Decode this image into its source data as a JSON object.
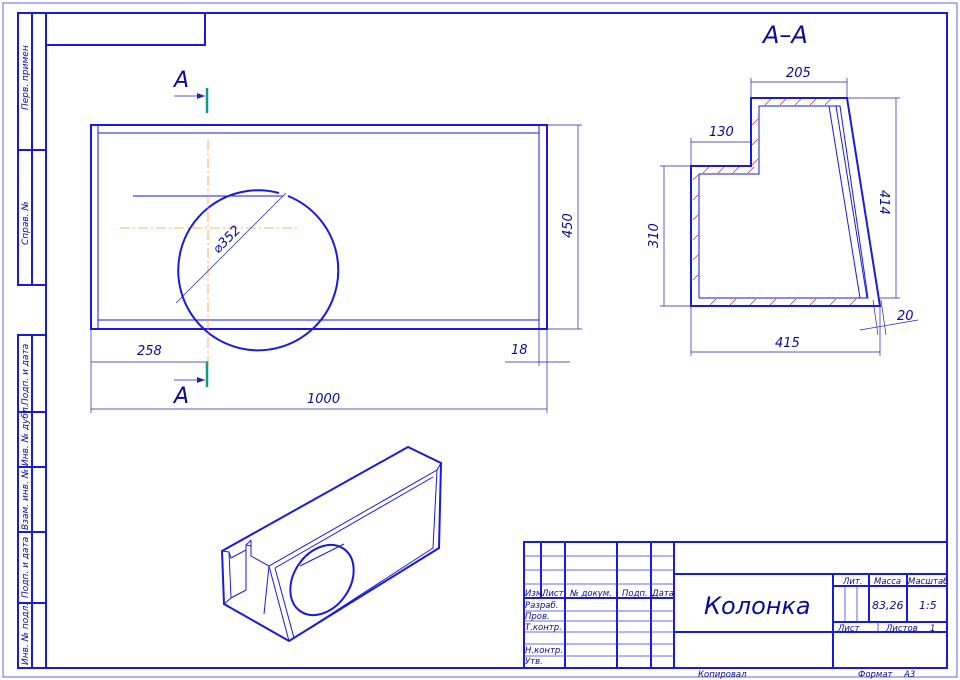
{
  "section_label": "А–А",
  "cut_marks": {
    "top": "А",
    "bottom": "А"
  },
  "front_view_dims": {
    "diameter": "⌀352",
    "height": "450",
    "offset": "258",
    "wall": "18",
    "length": "1000"
  },
  "section_dims": {
    "top": "205",
    "step": "130",
    "left_height": "310",
    "right_height": "414",
    "bottom": "415",
    "angle_side": "20"
  },
  "left_strip": {
    "perv_primen": "Перв. примен",
    "sprav": "Справ. №",
    "podp_data_1": "Подп. и дата",
    "inv_dubl": "Инв. № дубл.",
    "vzam_inv": "Взам. инв. №",
    "podp_data_2": "Подп. и дата",
    "inv_podl": "Инв. № подл."
  },
  "title_block": {
    "izm": "Изм.",
    "list": "Лист",
    "n_dokum": "№ докум.",
    "podp": "Подп.",
    "data": "Дата",
    "razrab": "Разраб.",
    "prov": "Пров.",
    "tkontr": "Т.контр.",
    "nkontr": "Н.контр.",
    "utv": "Утв.",
    "name": "Колонка",
    "lit": "Лит.",
    "massa": "Масса",
    "masshtab": "Масштаб",
    "mass_value": "83,26",
    "scale_value": "1:5",
    "list_label": "Лист",
    "listov_label": "Листов",
    "listov_value": "1",
    "kopiroval": "Копировал",
    "format_label": "Формат",
    "format_value": "А3"
  },
  "colors": {
    "line": "#1a1adb",
    "axis": "#ff9a3c",
    "hatch": "#cc3333",
    "cut": "#0d9a8a"
  }
}
